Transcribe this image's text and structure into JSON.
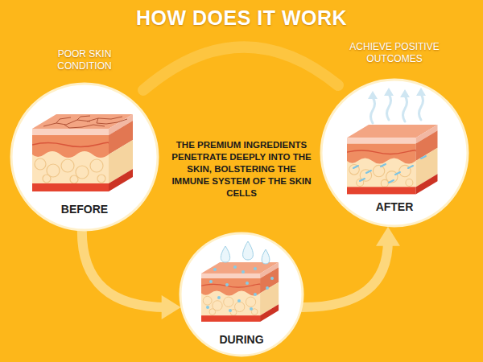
{
  "diagram": {
    "title": "HOW DOES IT WORK",
    "nodes": [
      {
        "text": [
          "POOR SKIN CONDITION",
          "BEFORE"
        ]
      },
      {
        "text": [
          "THE PREMIUM INGREDIENTS PENETRATE DEEPLY INTO THE SKIN, BOLSTERING THE IMMUNE SYSTEM OF THE SKIN CELLS",
          "DURING"
        ]
      },
      {
        "text": [
          "ACHIEVE POSITIVE OUTCOMES",
          "AFTER"
        ]
      }
    ],
    "edges": [
      {
        "from": 0,
        "to": 1,
        "arrow": "to"
      },
      {
        "from": 1,
        "to": 2,
        "arrow": "to"
      }
    ]
  }
}
